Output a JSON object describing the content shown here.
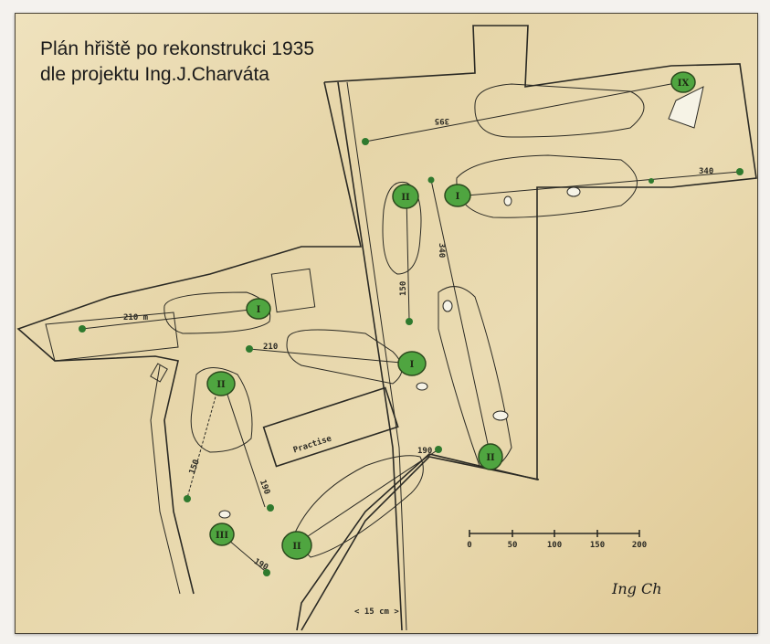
{
  "title": {
    "line1": "Plán hřiště po rekonstrukci 1935",
    "line2": "dle projektu Ing.J.Charváta"
  },
  "distances": [
    "395",
    "340",
    "340",
    "150",
    "210 m",
    "210",
    "150",
    "190",
    "190",
    "190"
  ],
  "greens": [
    "IX",
    "II",
    "I",
    "I",
    "I",
    "II",
    "II",
    "III",
    "II"
  ],
  "practice_label": "Practise",
  "scale_bar": {
    "ticks": [
      "0",
      "50",
      "100",
      "150",
      "200"
    ]
  },
  "signature": "Ing Ch",
  "size_note": "< 15 cm >",
  "colors": {
    "paper": "#e6d5a8",
    "green": "#4fa540",
    "ink": "#2b2a24"
  }
}
